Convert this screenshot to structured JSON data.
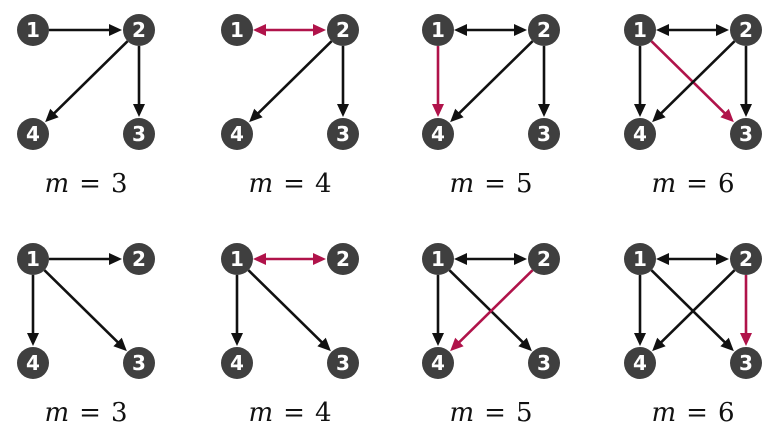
{
  "colors": {
    "node": "#3f3f3f",
    "edge": "#111111",
    "highlight": "#b0134a"
  },
  "panels": [
    {
      "caption": {
        "variable": "m",
        "equals": "=",
        "value": "3"
      },
      "nodes": [
        "1",
        "2",
        "3",
        "4"
      ],
      "edges": [
        {
          "from": "1",
          "to": "2",
          "kind": "directed",
          "highlight": false
        },
        {
          "from": "2",
          "to": "4",
          "kind": "directed",
          "highlight": false
        },
        {
          "from": "2",
          "to": "3",
          "kind": "directed",
          "highlight": false
        }
      ]
    },
    {
      "caption": {
        "variable": "m",
        "equals": "=",
        "value": "4"
      },
      "nodes": [
        "1",
        "2",
        "3",
        "4"
      ],
      "edges": [
        {
          "from": "1",
          "to": "2",
          "kind": "bidirectional",
          "highlight": true
        },
        {
          "from": "2",
          "to": "4",
          "kind": "directed",
          "highlight": false
        },
        {
          "from": "2",
          "to": "3",
          "kind": "directed",
          "highlight": false
        }
      ]
    },
    {
      "caption": {
        "variable": "m",
        "equals": "=",
        "value": "5"
      },
      "nodes": [
        "1",
        "2",
        "3",
        "4"
      ],
      "edges": [
        {
          "from": "1",
          "to": "2",
          "kind": "bidirectional",
          "highlight": false
        },
        {
          "from": "1",
          "to": "4",
          "kind": "directed",
          "highlight": true
        },
        {
          "from": "2",
          "to": "4",
          "kind": "directed",
          "highlight": false
        },
        {
          "from": "2",
          "to": "3",
          "kind": "directed",
          "highlight": false
        }
      ]
    },
    {
      "caption": {
        "variable": "m",
        "equals": "=",
        "value": "6"
      },
      "nodes": [
        "1",
        "2",
        "3",
        "4"
      ],
      "edges": [
        {
          "from": "1",
          "to": "2",
          "kind": "bidirectional",
          "highlight": false
        },
        {
          "from": "1",
          "to": "4",
          "kind": "directed",
          "highlight": false
        },
        {
          "from": "1",
          "to": "3",
          "kind": "directed",
          "highlight": true
        },
        {
          "from": "2",
          "to": "4",
          "kind": "directed",
          "highlight": false
        },
        {
          "from": "2",
          "to": "3",
          "kind": "directed",
          "highlight": false
        }
      ]
    },
    {
      "caption": {
        "variable": "m",
        "equals": "=",
        "value": "3"
      },
      "nodes": [
        "1",
        "2",
        "3",
        "4"
      ],
      "edges": [
        {
          "from": "1",
          "to": "2",
          "kind": "directed",
          "highlight": false
        },
        {
          "from": "1",
          "to": "4",
          "kind": "directed",
          "highlight": false
        },
        {
          "from": "1",
          "to": "3",
          "kind": "directed",
          "highlight": false
        }
      ]
    },
    {
      "caption": {
        "variable": "m",
        "equals": "=",
        "value": "4"
      },
      "nodes": [
        "1",
        "2",
        "3",
        "4"
      ],
      "edges": [
        {
          "from": "1",
          "to": "2",
          "kind": "bidirectional",
          "highlight": true
        },
        {
          "from": "1",
          "to": "4",
          "kind": "directed",
          "highlight": false
        },
        {
          "from": "1",
          "to": "3",
          "kind": "directed",
          "highlight": false
        }
      ]
    },
    {
      "caption": {
        "variable": "m",
        "equals": "=",
        "value": "5"
      },
      "nodes": [
        "1",
        "2",
        "3",
        "4"
      ],
      "edges": [
        {
          "from": "1",
          "to": "2",
          "kind": "bidirectional",
          "highlight": false
        },
        {
          "from": "1",
          "to": "4",
          "kind": "directed",
          "highlight": false
        },
        {
          "from": "1",
          "to": "3",
          "kind": "directed",
          "highlight": false
        },
        {
          "from": "2",
          "to": "4",
          "kind": "directed",
          "highlight": true
        }
      ]
    },
    {
      "caption": {
        "variable": "m",
        "equals": "=",
        "value": "6"
      },
      "nodes": [
        "1",
        "2",
        "3",
        "4"
      ],
      "edges": [
        {
          "from": "1",
          "to": "2",
          "kind": "bidirectional",
          "highlight": false
        },
        {
          "from": "1",
          "to": "4",
          "kind": "directed",
          "highlight": false
        },
        {
          "from": "1",
          "to": "3",
          "kind": "directed",
          "highlight": false
        },
        {
          "from": "2",
          "to": "4",
          "kind": "directed",
          "highlight": false
        },
        {
          "from": "2",
          "to": "3",
          "kind": "directed",
          "highlight": true
        }
      ]
    }
  ]
}
